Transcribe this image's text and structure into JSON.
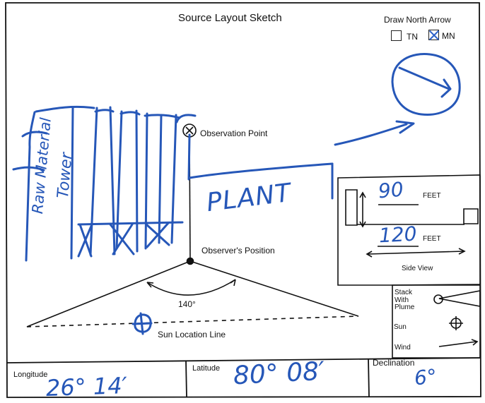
{
  "sheet": {
    "title": "Source Layout Sketch",
    "north": {
      "title": "Draw North Arrow",
      "tn_label": "TN",
      "mn_label": "MN",
      "selected": "MN"
    },
    "labels": {
      "observation_point": "Observation Point",
      "observer_position": "Observer's Position",
      "angle": "140°",
      "sun_location_line": "Sun Location Line"
    },
    "side_view": {
      "feet_label_1": "FEET",
      "feet_label_2": "FEET",
      "title": "Side View",
      "distance_1": "90",
      "distance_2": "120"
    },
    "legend": {
      "stack_label": "Stack With Plume",
      "sun_label": "Sun",
      "wind_label": "Wind"
    },
    "annotations": {
      "plant": "PLANT",
      "raw_material": "Raw Material",
      "tower": "Tower"
    },
    "coordinates": {
      "longitude_label": "Longitude",
      "longitude_value": "26° 14′",
      "latitude_label": "Latitude",
      "latitude_value": "80° 08′",
      "declination_label": "Declination",
      "declination_value": "6°"
    },
    "colors": {
      "ink": "#2657b8",
      "line": "#111111"
    }
  }
}
